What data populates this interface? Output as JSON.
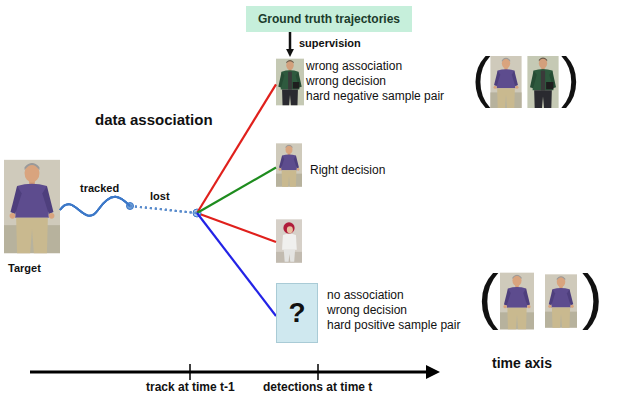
{
  "diagram": {
    "nodes": [
      {
        "text": [
          "Ground truth trajectories"
        ]
      },
      {
        "text": [
          "Target"
        ]
      },
      {
        "text": [
          "wrong association",
          "wrong decision",
          "hard negative sample pair"
        ]
      },
      {
        "text": [
          "Right decision"
        ]
      },
      {
        "text": [
          "?",
          "no association",
          "wrong decision",
          "hard positive sample pair"
        ]
      }
    ],
    "edges": [
      {
        "from": 0,
        "to": 2,
        "arrow": "to",
        "label": "supervision"
      },
      {
        "from": 1,
        "to": 2,
        "arrow": "none"
      },
      {
        "from": 1,
        "to": 3,
        "arrow": "none"
      },
      {
        "from": 1,
        "to": 4,
        "arrow": "none"
      }
    ],
    "labels": [
      "data association",
      "tracked",
      "lost",
      "(",
      ")",
      "(",
      ")",
      "track at time t-1",
      "detections at time t",
      "time axis"
    ]
  }
}
